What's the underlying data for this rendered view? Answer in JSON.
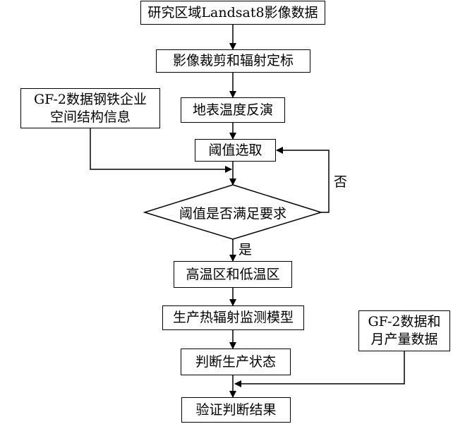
{
  "nodes": {
    "study_area": "研究区域Landsat8影像数据",
    "clip_calibrate": "影像裁剪和辐射定标",
    "lst_inversion": "地表温度反演",
    "gf2_steel_line1": "GF-2数据钢铁企业",
    "gf2_steel_line2": "空间结构信息",
    "threshold_select": "阈值选取",
    "threshold_check": "阈值是否满足要求",
    "high_low_zone": "高温区和低温区",
    "thermal_model": "生产热辐射监测模型",
    "gf2_output_line1": "GF-2数据和",
    "gf2_output_line2": "月产量数据",
    "judge_state": "判断生产状态",
    "verify_result": "验证判断结果"
  },
  "edge_labels": {
    "yes": "是",
    "no": "否"
  },
  "colors": {
    "line": "#000000",
    "background": "#ffffff"
  }
}
